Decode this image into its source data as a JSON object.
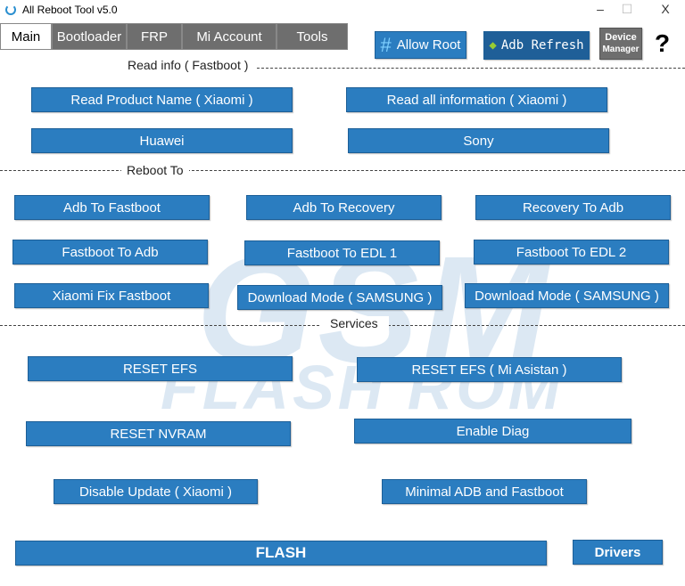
{
  "window": {
    "title": "All Reboot Tool v5.0",
    "minimize": "–",
    "maximize": "☐",
    "close": "X"
  },
  "tabs": [
    "Main",
    "Bootloader",
    "FRP",
    "Mi Account",
    "Tools"
  ],
  "toolbar": {
    "allow_root": "Allow Root",
    "adb_refresh": "Adb Refresh",
    "device_manager_1": "Device",
    "device_manager_2": "Manager",
    "help": "?"
  },
  "sections": {
    "read_info": "Read info ( Fastboot )",
    "reboot_to": "Reboot To",
    "services": "Services"
  },
  "read_info": [
    "Read Product Name ( Xiaomi )",
    "Read all information ( Xiaomi )",
    "Huawei",
    "Sony"
  ],
  "reboot": [
    "Adb To Fastboot",
    "Adb To Recovery",
    "Recovery To Adb",
    "Fastboot To Adb",
    "Fastboot To EDL 1",
    "Fastboot To EDL 2",
    "Xiaomi Fix Fastboot",
    "Download Mode ( SAMSUNG )",
    "Download Mode ( SAMSUNG )"
  ],
  "services": [
    "RESET EFS",
    "RESET EFS ( Mi Asistan )",
    "RESET NVRAM",
    "Enable Diag",
    "Disable Update ( Xiaomi )",
    "Minimal ADB and Fastboot"
  ],
  "bottom": {
    "flash": "FLASH",
    "drivers": "Drivers"
  },
  "watermark": {
    "line1": "GSM",
    "line2": "FLASH ROM"
  },
  "colors": {
    "button": "#2b7dc0",
    "tab": "#6e6e6e"
  }
}
